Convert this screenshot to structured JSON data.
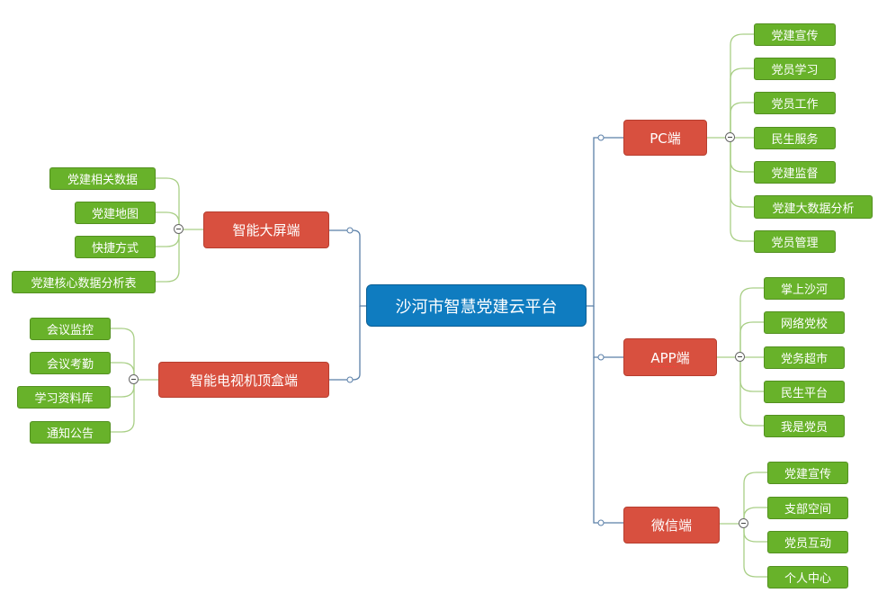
{
  "root": {
    "label": "沙河市智慧党建云平台"
  },
  "branches": {
    "pc": {
      "label": "PC端",
      "items": [
        "党建宣传",
        "党员学习",
        "党员工作",
        "民生服务",
        "党建监督",
        "党建大数据分析",
        "党员管理"
      ]
    },
    "app": {
      "label_main": "APP",
      "label_suffix": "端",
      "items": [
        "掌上沙河",
        "网络党校",
        "党务超市",
        "民生平台",
        "我是党员"
      ]
    },
    "wechat": {
      "label": "微信端",
      "items": [
        "党建宣传",
        "支部空间",
        "党员互动",
        "个人中心"
      ]
    },
    "bigscreen": {
      "label": "智能大屏端",
      "items": [
        "党建相关数据",
        "党建地图",
        "快捷方式",
        "党建核心数据分析表"
      ]
    },
    "tvbox": {
      "label": "智能电视机顶盒端",
      "items": [
        "会议监控",
        "会议考勤",
        "学习资料库",
        "通知公告"
      ]
    }
  },
  "colors": {
    "root": "#0f7cc0",
    "branch": "#d8503f",
    "leaf": "#68b22a",
    "root_connector": "#5a7fa8",
    "leaf_connector": "#a9cf86"
  },
  "icons": {
    "collapse": "minus-circle-icon"
  }
}
